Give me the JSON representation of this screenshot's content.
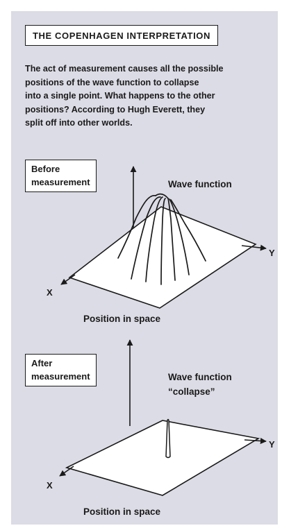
{
  "title": "THE COPENHAGEN INTERPRETATION",
  "intro_lines": [
    "The act of measurement causes all the possible",
    "positions of the wave function to collapse",
    "into a single point. What happens to the other",
    "positions? According to Hugh Everett, they",
    "split off into other worlds."
  ],
  "before": {
    "label_lines": [
      "Before",
      "measurement"
    ],
    "wave_label": "Wave function",
    "x_axis": "X",
    "y_axis": "Y",
    "caption": "Position in space"
  },
  "after": {
    "label_lines": [
      "After",
      "measurement"
    ],
    "wave_label_lines": [
      "Wave function",
      "“collapse”"
    ],
    "x_axis": "X",
    "y_axis": "Y",
    "caption": "Position in space"
  },
  "colors": {
    "panel_background": "#dcdce6",
    "ink": "#1a1a1a",
    "box_fill": "#ffffff"
  }
}
